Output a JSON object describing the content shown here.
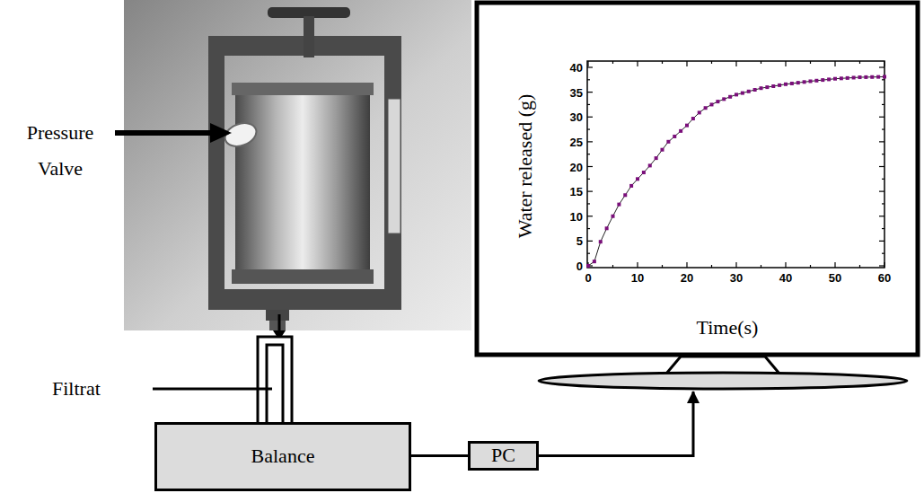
{
  "diagram": {
    "nodes": [
      {
        "text": [
          "Water released (g)",
          "Time(s)"
        ]
      },
      {
        "text": [
          "Balance"
        ]
      },
      {
        "text": [
          "PC"
        ]
      }
    ],
    "edges": [
      {
        "from": 1,
        "to": 2,
        "arrow": "none"
      },
      {
        "from": 2,
        "to": 0,
        "arrow": "to"
      }
    ],
    "labels": [
      "Pressure Valve",
      "Filtrat",
      "0",
      "5",
      "10",
      "15",
      "20",
      "25",
      "30",
      "35",
      "40",
      "0",
      "10",
      "20",
      "30",
      "40",
      "50",
      "60"
    ]
  }
}
